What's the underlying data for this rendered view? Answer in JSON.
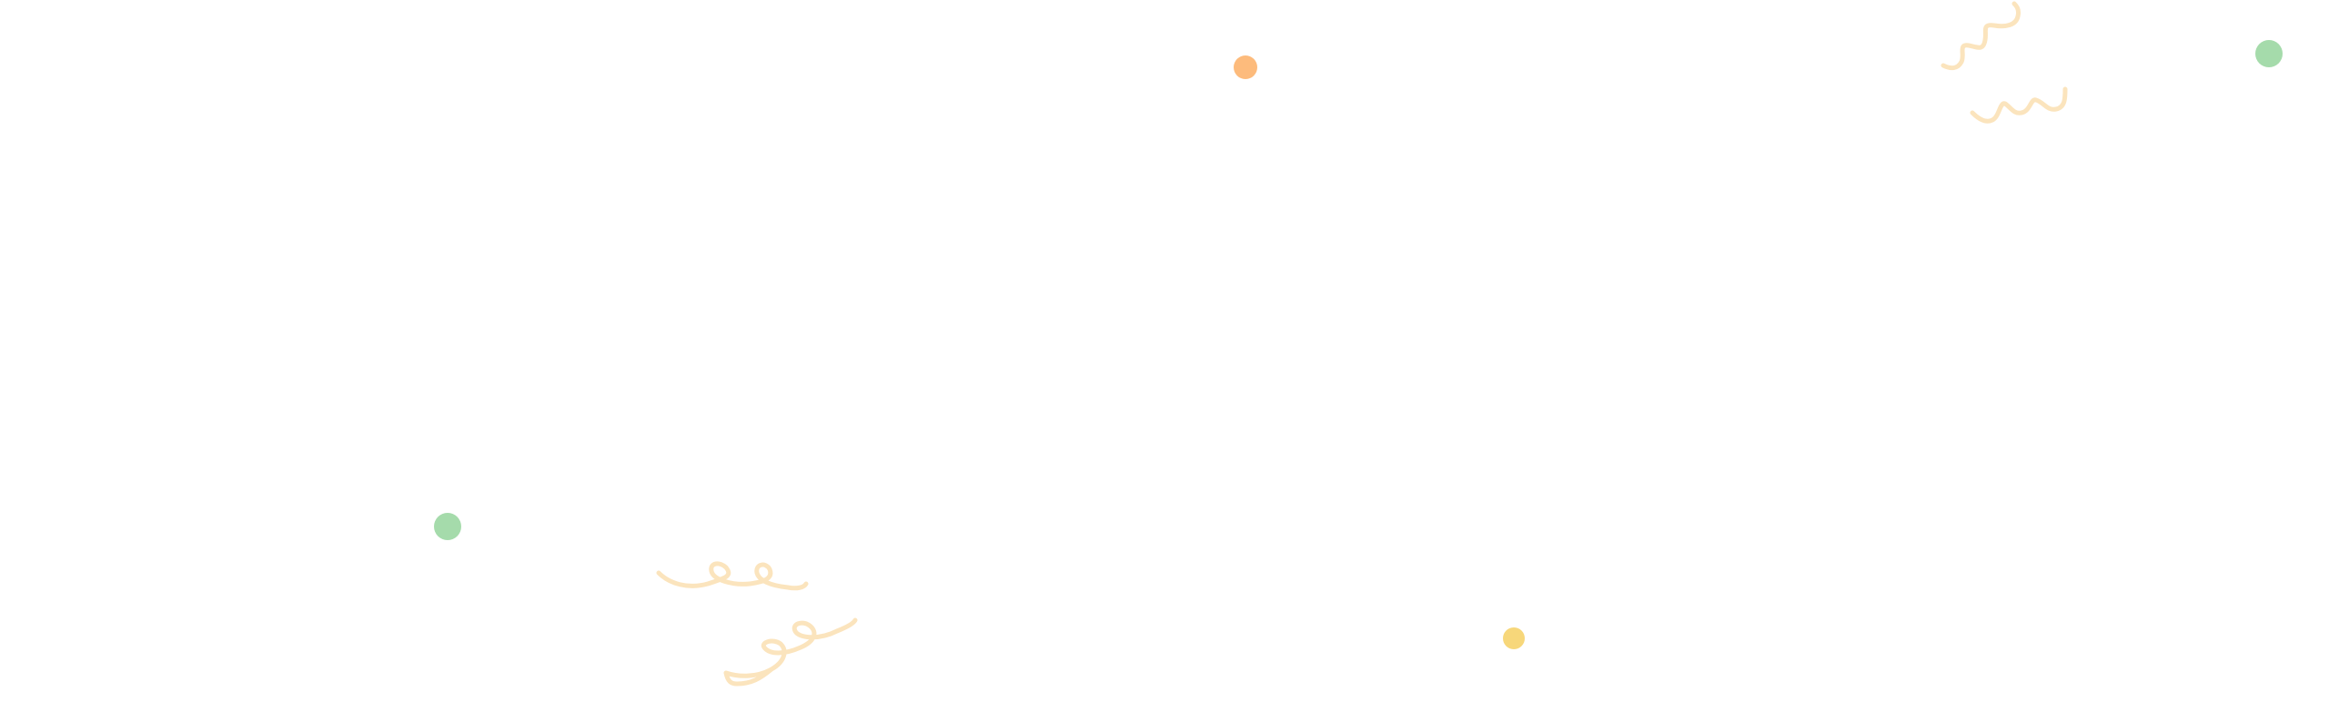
{
  "background": "#ffffff",
  "decorations": {
    "dots": [
      {
        "name": "orange-dot",
        "color": "#fdbb7c"
      },
      {
        "name": "green-dot-top-right",
        "color": "#a5dbab"
      },
      {
        "name": "green-dot-left",
        "color": "#a5dbab"
      },
      {
        "name": "yellow-dot",
        "color": "#f7d77a"
      }
    ],
    "squiggles": [
      {
        "name": "squiggle-top-right-upper",
        "color": "#fbe4bd"
      },
      {
        "name": "squiggle-top-right-lower",
        "color": "#fbe4bd"
      },
      {
        "name": "squiggle-bottom-left-upper",
        "color": "#fbe4bd"
      },
      {
        "name": "squiggle-bottom-left-lower",
        "color": "#fbe4bd"
      }
    ]
  }
}
